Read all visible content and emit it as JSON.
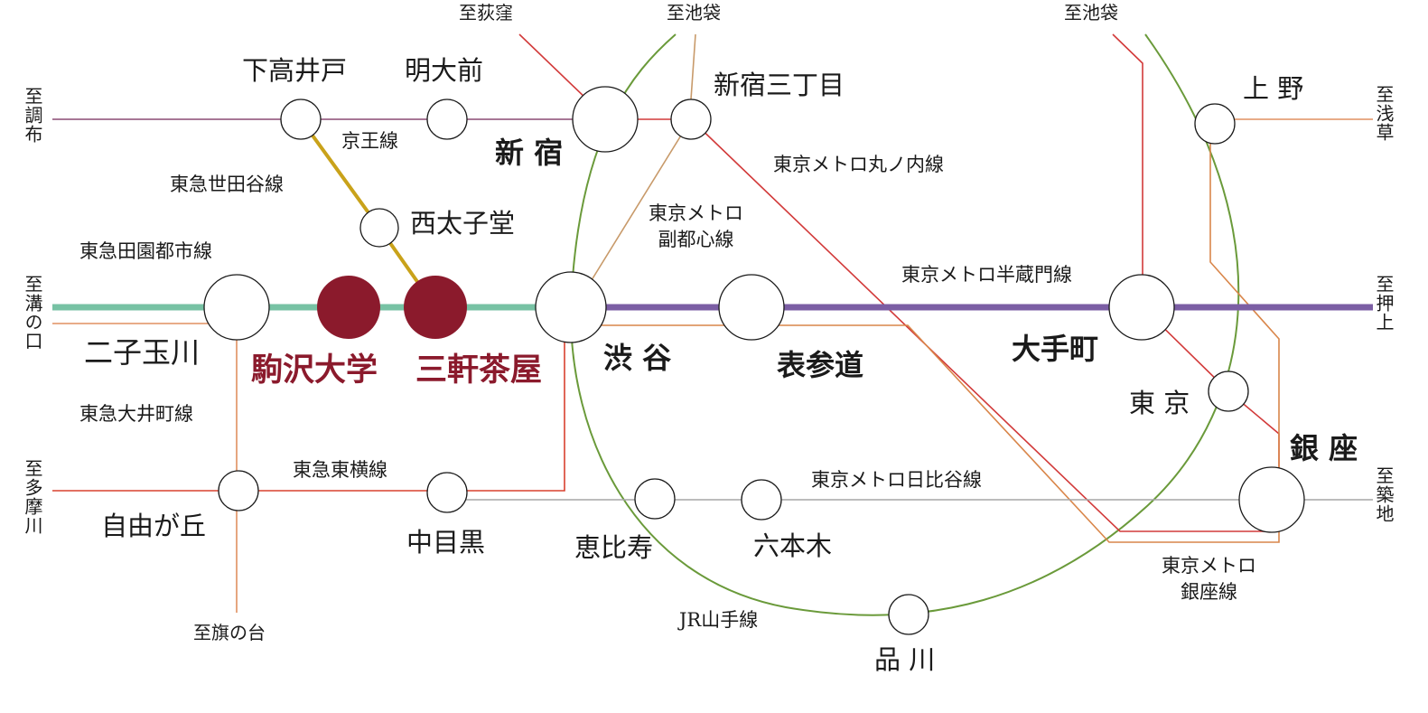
{
  "colors": {
    "featured_station": "#8b1a2c",
    "den_en_toshi": "#77c2a4",
    "hanzomon": "#7b5ea4",
    "setagaya": "#c9a21a",
    "yamanote": "#6a9a3a",
    "marunouchi": "#d23a3a",
    "ginza": "#d9864a",
    "hibiya": "#a6a6a6",
    "keio": "#8a4a74",
    "toyoko": "#d9402f",
    "oimachi": "#e09060",
    "fukutoshin": "#c89a6a"
  },
  "stations": {
    "shimotakaido": "下高井戸",
    "meidaimae": "明大前",
    "shinjuku": "新 宿",
    "shinjuku_sanchome": "新宿三丁目",
    "nishitaishido": "西太子堂",
    "futakotamagawa": "二子玉川",
    "komazawa_daigaku": "駒沢大学",
    "sangenjaya": "三軒茶屋",
    "shibuya": "渋 谷",
    "omotesando": "表参道",
    "otemachi": "大手町",
    "ueno": "上 野",
    "tokyo": "東 京",
    "ginza": "銀 座",
    "jiyugaoka": "自由が丘",
    "nakameguro": "中目黒",
    "ebisu": "恵比寿",
    "roppongi": "六本木",
    "shinagawa": "品 川"
  },
  "lines": {
    "keio": "京王線",
    "setagaya": "東急世田谷線",
    "den_en_toshi": "東急田園都市線",
    "fukutoshin_1": "東京メトロ",
    "fukutoshin_2": "副都心線",
    "marunouchi": "東京メトロ丸ノ内線",
    "hanzomon": "東京メトロ半蔵門線",
    "oimachi": "東急大井町線",
    "toyoko": "東急東横線",
    "hibiya": "東京メトロ日比谷線",
    "ginza_1": "東京メトロ",
    "ginza_2": "銀座線",
    "yamanote": "JR山手線"
  },
  "destinations": {
    "ogikubo": "至荻窪",
    "ikebukuro_1": "至池袋",
    "ikebukuro_2": "至池袋",
    "chofu": "至調布",
    "asakusa": "至浅草",
    "mizonokuchi": "至溝の口",
    "oshiage": "至押上",
    "tamagawa": "至多摩川",
    "tsukiji": "至築地",
    "hatanodai": "至旗の台"
  }
}
